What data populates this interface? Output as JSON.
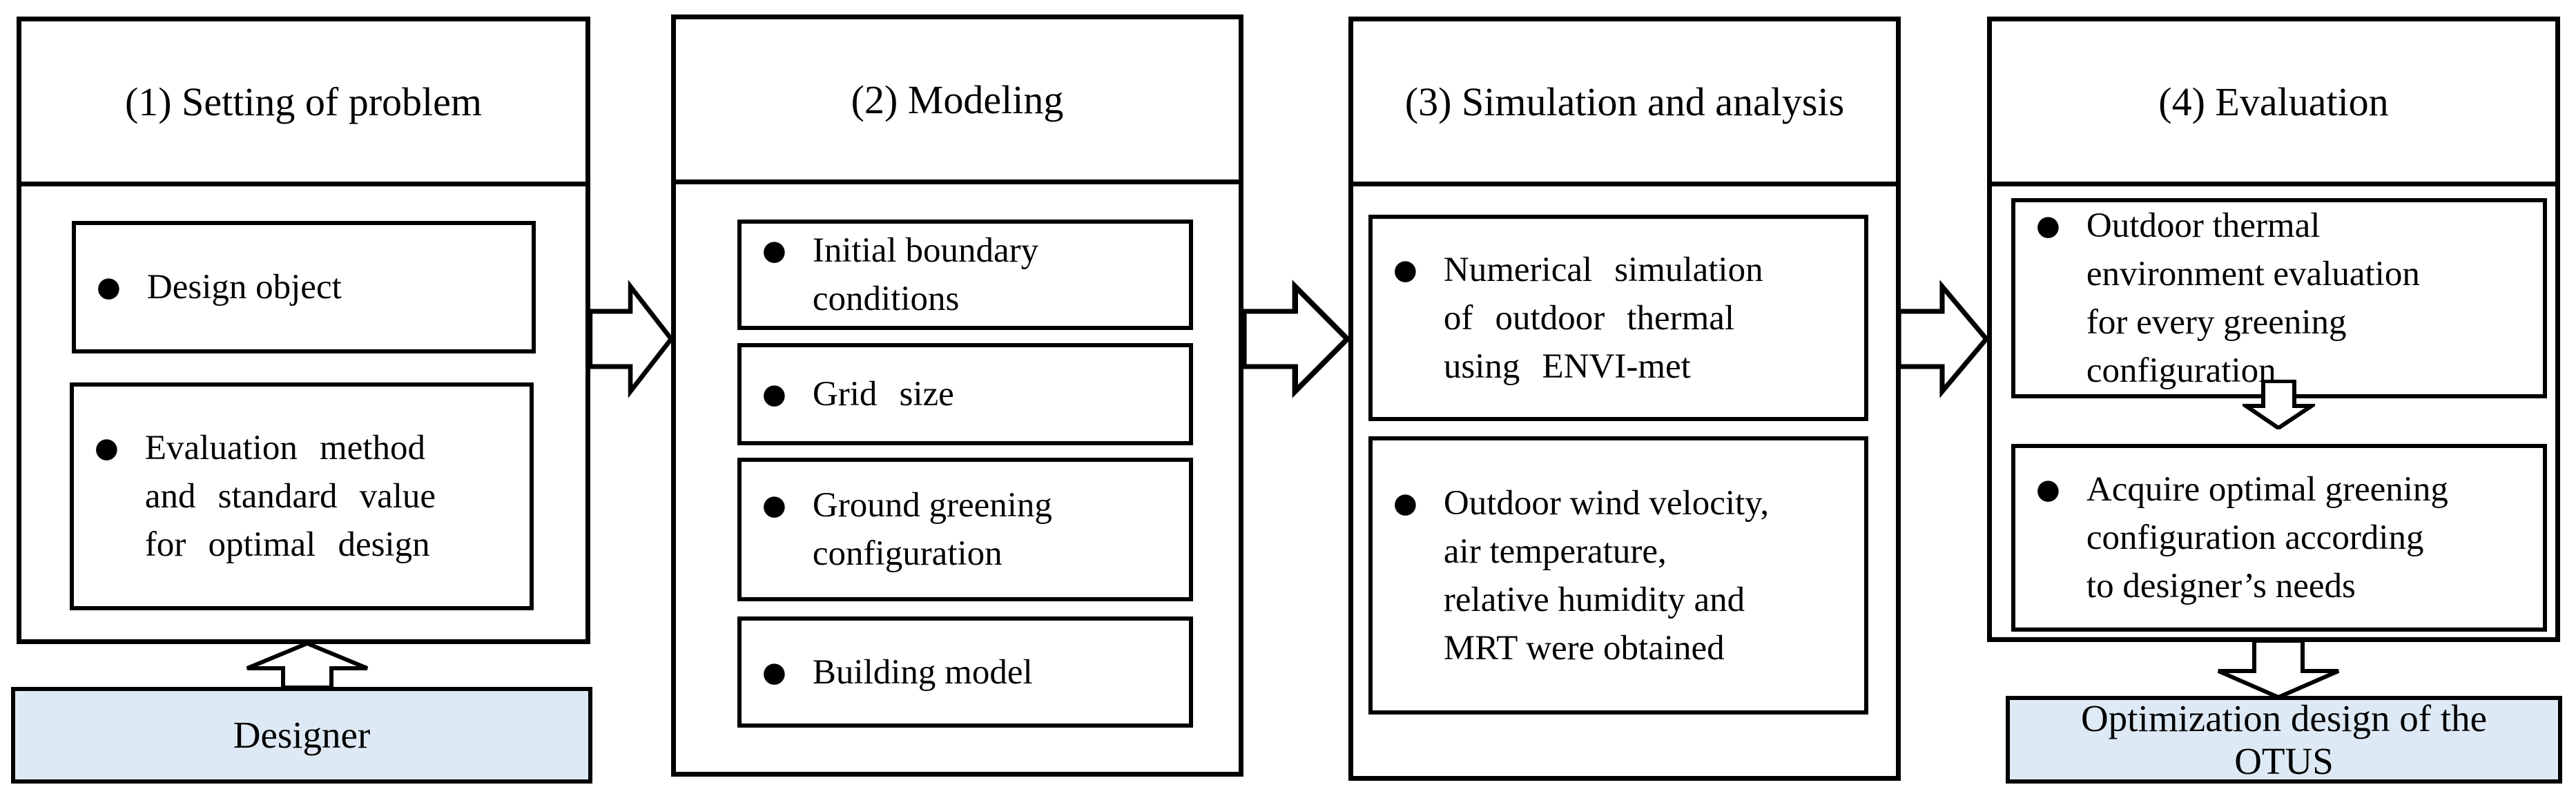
{
  "figure": {
    "background_color": "#ffffff",
    "line_color": "#000000",
    "highlight_fill_color": "#dde9f4"
  },
  "icons": {
    "bullet": "●",
    "arrow_right": "hollow-right-block-arrow",
    "arrow_up": "hollow-up-block-arrow",
    "arrow_down": "hollow-down-block-arrow"
  },
  "panels": [
    {
      "title": "(1) Setting of problem",
      "items": [
        "Design object",
        "Evaluation method\nand standard value\nfor optimal design"
      ]
    },
    {
      "title": "(2) Modeling",
      "items": [
        "Initial boundary\nconditions",
        "Grid size",
        "Ground greening\nconfiguration",
        "Building model"
      ]
    },
    {
      "title": "(3) Simulation and analysis",
      "items": [
        "Numerical simulation\nof outdoor thermal\nusing ENVI-met",
        "Outdoor wind velocity,\nair temperature,\nrelative humidity and\nMRT were obtained"
      ]
    },
    {
      "title": "(4) Evaluation",
      "items": [
        "Outdoor thermal\nenvironment evaluation\nfor every greening\nconfiguration",
        "Acquire optimal greening\nconfiguration according\nto designer’s needs"
      ]
    }
  ],
  "designer_box": {
    "label": "Designer"
  },
  "output_box": {
    "label": "Optimization  design of the\nOTUS"
  }
}
